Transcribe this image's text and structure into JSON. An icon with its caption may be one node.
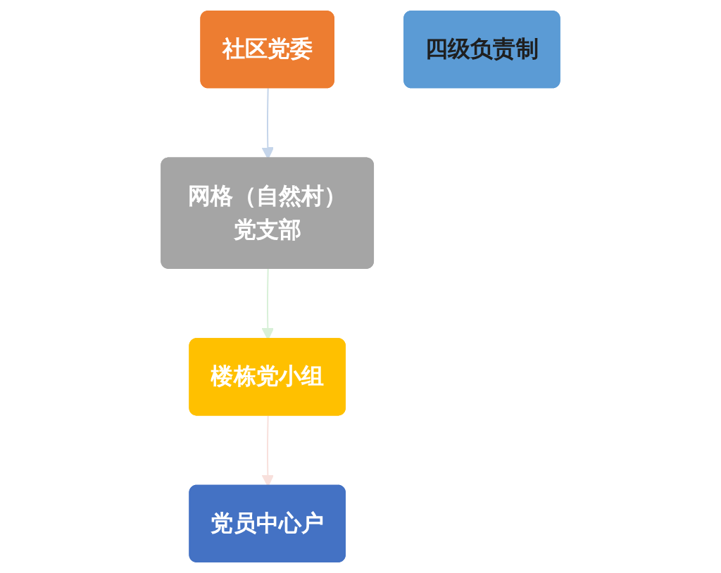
{
  "diagram": {
    "nodes": [
      {
        "text": [
          "社区党委"
        ]
      },
      {
        "text": [
          "网格（自然村）党支部"
        ]
      },
      {
        "text": [
          "楼栋党小组"
        ]
      },
      {
        "text": [
          "党员中心户"
        ]
      },
      {
        "text": [
          "四级负责制"
        ]
      }
    ],
    "edges": [
      {
        "from": 0,
        "to": 1,
        "arrow": "to",
        "color": "#c5d5ea"
      },
      {
        "from": 1,
        "to": 2,
        "arrow": "to",
        "color": "#d8f0d8"
      },
      {
        "from": 2,
        "to": 3,
        "arrow": "to",
        "color": "#f8e0dc"
      }
    ]
  }
}
